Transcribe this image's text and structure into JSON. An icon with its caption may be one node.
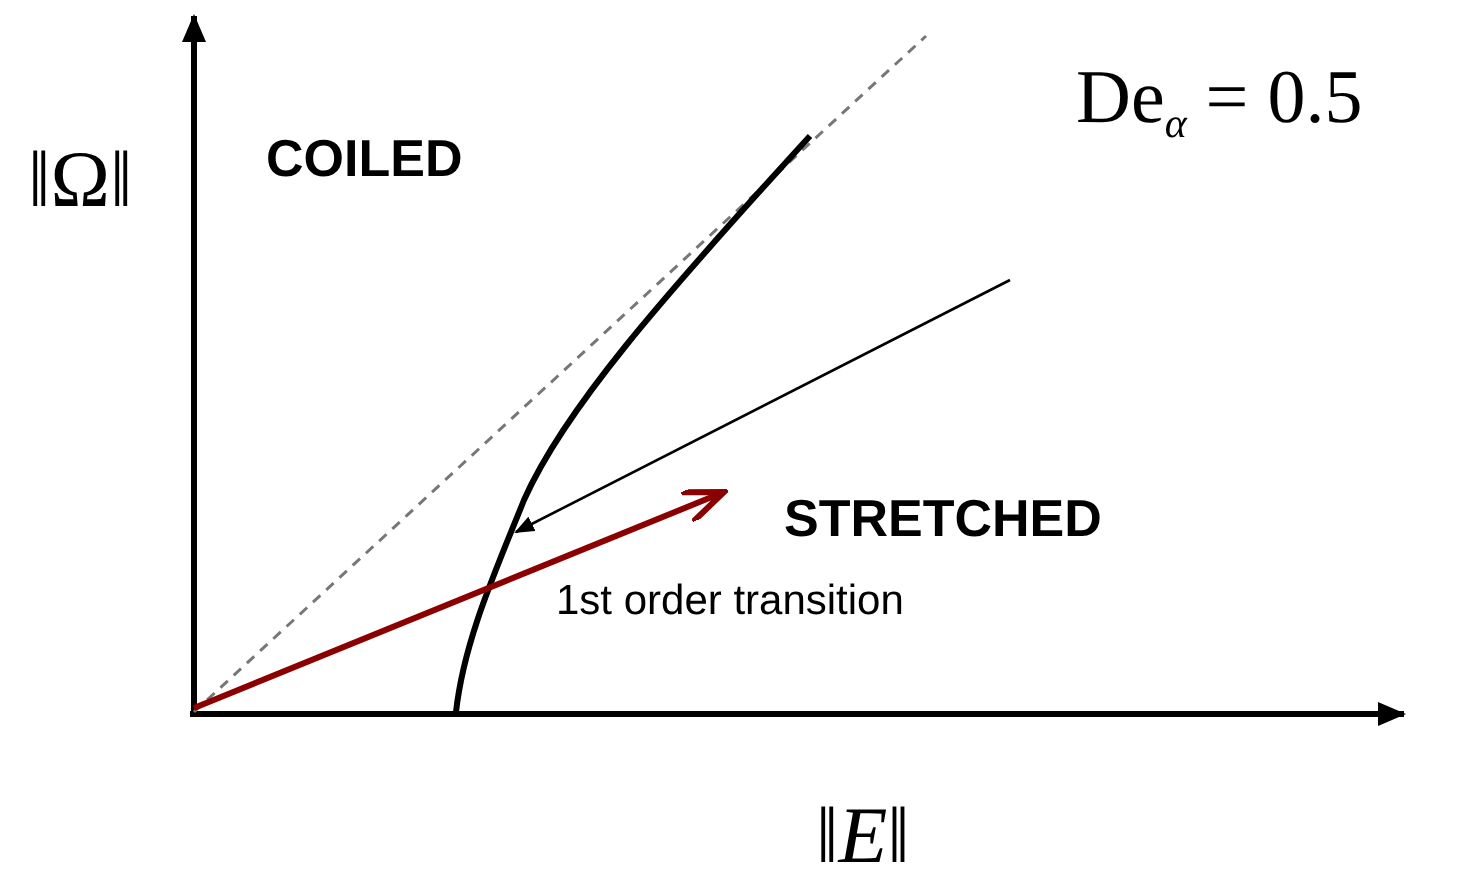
{
  "diagram": {
    "nodes": [
      {
        "text": [
          "De$_{α}$ = 0.5"
        ]
      },
      {
        "text": [],
        "shape": "curve"
      }
    ],
    "edges": [
      {
        "from": 0,
        "to": 1,
        "arrow": "to"
      }
    ],
    "labels": [
      "‖Ω‖",
      "COILED",
      "STRETCHED",
      "1st order transition",
      "‖*E*‖"
    ]
  }
}
